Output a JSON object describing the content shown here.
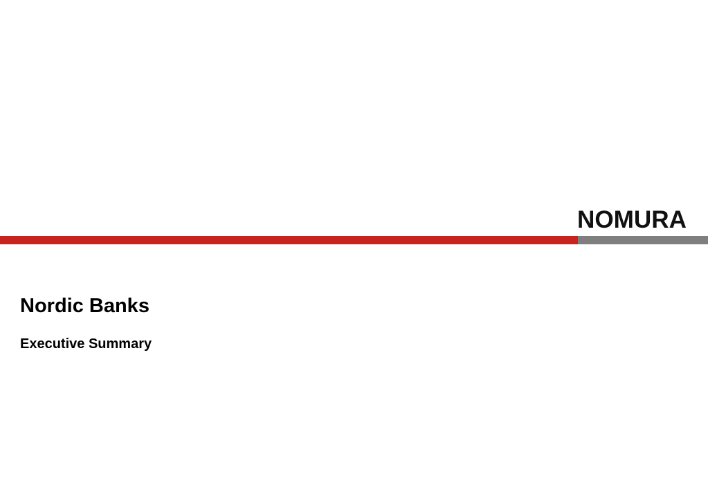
{
  "brand": {
    "logo_text": "NOMURA",
    "logo_color": "#111111"
  },
  "stripe": {
    "primary_color": "#c8231e",
    "secondary_color": "#7f7f7f"
  },
  "slide": {
    "title": "Nordic Banks",
    "subtitle": "Executive Summary"
  }
}
